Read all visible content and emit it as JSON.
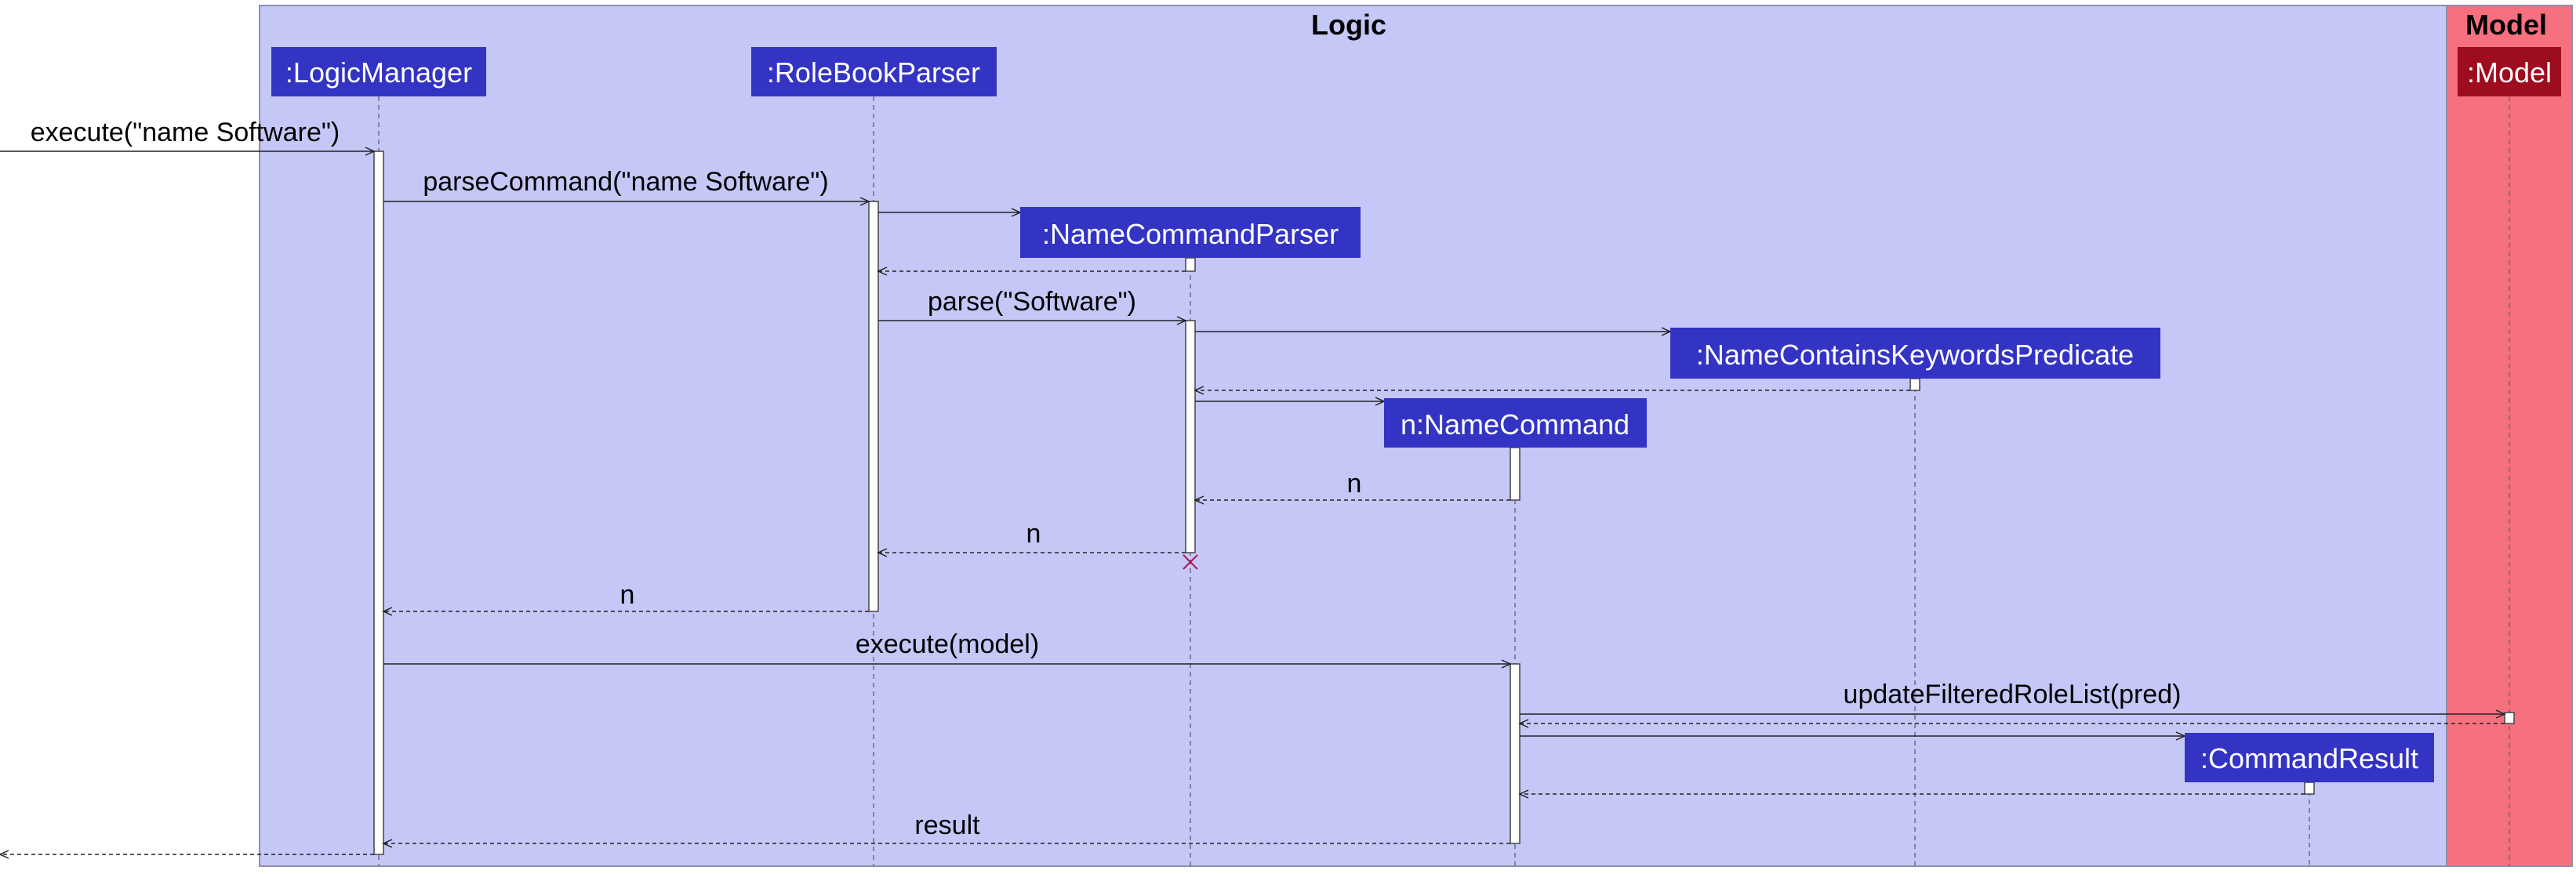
{
  "diagram": {
    "type": "uml-sequence",
    "colors": {
      "logic_fill": "#c5c7f7",
      "model_fill": "#f7707f",
      "frame_stroke": "#8f8fa8",
      "participant_logic": "#3333c4",
      "participant_model": "#9e0c1f",
      "participant_text": "#ffffff",
      "line": "#222222",
      "destroy": "#b3114a",
      "activation_fill": "#ffffff"
    },
    "boxes": [
      {
        "id": "logic",
        "title": "Logic"
      },
      {
        "id": "model",
        "title": "Model"
      }
    ],
    "participants": [
      {
        "id": "lm",
        "label": ":LogicManager",
        "box": "logic"
      },
      {
        "id": "rbp",
        "label": ":RoleBookParser",
        "box": "logic"
      },
      {
        "id": "ncp",
        "label": ":NameCommandParser",
        "box": "logic"
      },
      {
        "id": "nckp",
        "label": ":NameContainsKeywordsPredicate",
        "box": "logic"
      },
      {
        "id": "nc",
        "label": "n:NameCommand",
        "box": "logic"
      },
      {
        "id": "cr",
        "label": ":CommandResult",
        "box": "logic"
      },
      {
        "id": "model",
        "label": ":Model",
        "box": "model"
      }
    ],
    "messages": [
      {
        "id": "m1",
        "from": "external",
        "to": "lm",
        "label": "execute(\"name Software\")",
        "kind": "call"
      },
      {
        "id": "m2",
        "from": "lm",
        "to": "rbp",
        "label": "parseCommand(\"name Software\")",
        "kind": "call"
      },
      {
        "id": "m3",
        "from": "rbp",
        "to": "ncp",
        "label": "",
        "kind": "create"
      },
      {
        "id": "m4",
        "from": "ncp",
        "to": "rbp",
        "label": "",
        "kind": "return"
      },
      {
        "id": "m5",
        "from": "rbp",
        "to": "ncp",
        "label": "parse(\"Software\")",
        "kind": "call"
      },
      {
        "id": "m6",
        "from": "ncp",
        "to": "nckp",
        "label": "",
        "kind": "create"
      },
      {
        "id": "m7",
        "from": "nckp",
        "to": "ncp",
        "label": "",
        "kind": "return"
      },
      {
        "id": "m8",
        "from": "ncp",
        "to": "nc",
        "label": "",
        "kind": "create"
      },
      {
        "id": "m9",
        "from": "nc",
        "to": "ncp",
        "label": "n",
        "kind": "return"
      },
      {
        "id": "m10",
        "from": "ncp",
        "to": "rbp",
        "label": "n",
        "kind": "return"
      },
      {
        "id": "m11",
        "from": "rbp",
        "to": "lm",
        "label": "n",
        "kind": "return"
      },
      {
        "id": "m12",
        "from": "lm",
        "to": "nc",
        "label": "execute(model)",
        "kind": "call"
      },
      {
        "id": "m13",
        "from": "nc",
        "to": "model",
        "label": "updateFilteredRoleList(pred)",
        "kind": "call"
      },
      {
        "id": "m14",
        "from": "model",
        "to": "nc",
        "label": "",
        "kind": "return"
      },
      {
        "id": "m15",
        "from": "nc",
        "to": "cr",
        "label": "",
        "kind": "create"
      },
      {
        "id": "m16",
        "from": "cr",
        "to": "nc",
        "label": "",
        "kind": "return"
      },
      {
        "id": "m17",
        "from": "nc",
        "to": "lm",
        "label": "result",
        "kind": "return"
      },
      {
        "id": "m18",
        "from": "lm",
        "to": "external",
        "label": "",
        "kind": "return"
      }
    ],
    "destroyed": [
      "ncp"
    ]
  }
}
